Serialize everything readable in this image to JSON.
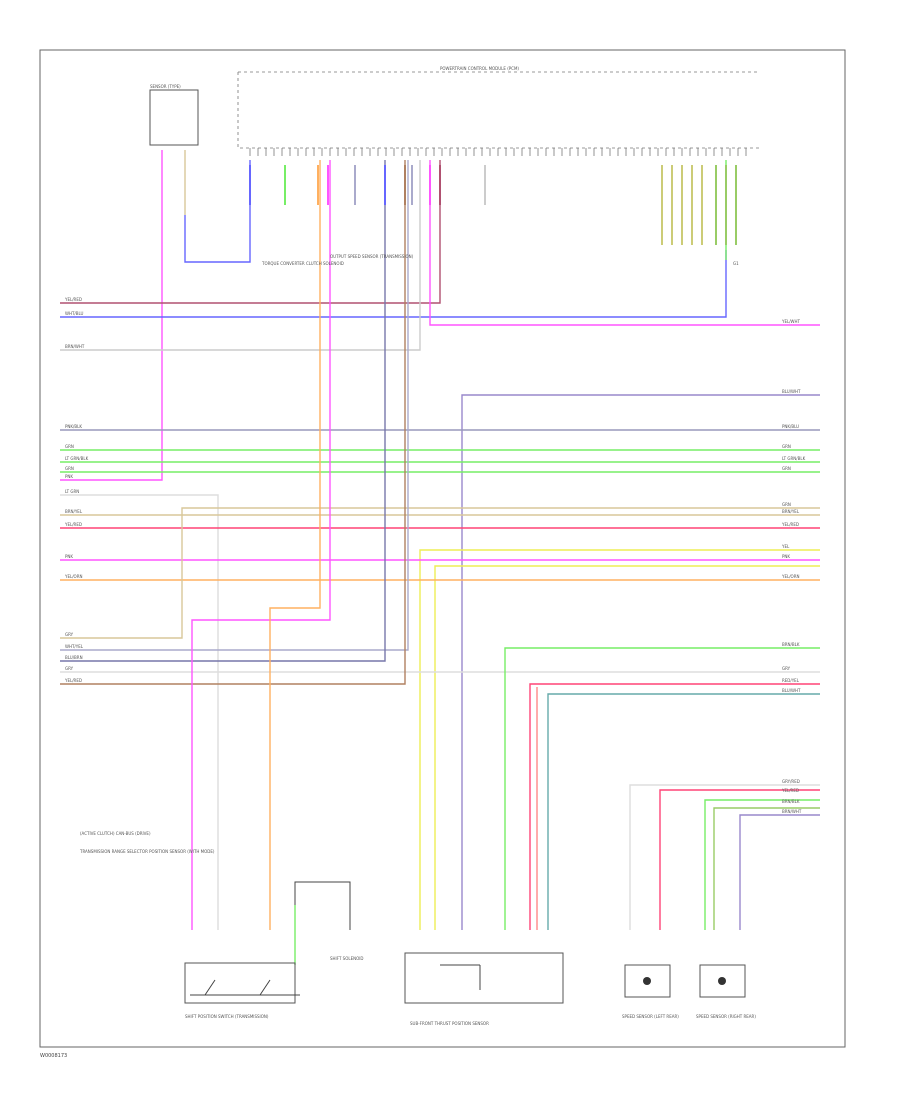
{
  "page_code": "W0008173",
  "components": {
    "ecm": "POWERTRAIN CONTROL MODULE (PCM)",
    "sensor_top_left": "SENSOR (TYPE)",
    "shift_switch": "SHIFT POSITION SWITCH (TRANSMISSION)",
    "shift_solenoid": "SHIFT SOLENOID",
    "tcm": "SUB-FRONT THRUST POSITION SENSOR",
    "speed_left": "SPEED SENSOR (LEFT REAR)",
    "speed_right": "SPEED SENSOR (RIGHT REAR)",
    "engine_sub_a": "TORQUE CONVERTER CLUTCH SOLENOID",
    "engine_sub_b": "OUTPUT SPEED SENSOR (TRANSMISSION)",
    "junction_note": "(ACTIVE CLUTCH) CAN-BUS (DRIVE)",
    "junction_sub": "TRANSMISSION RANGE SELECTOR POSITION SENSOR (WITH MODE)",
    "ground_label": "G1"
  },
  "left_labels": [
    "YEL/RED",
    "WHT/BLU",
    "BRN/WHT",
    "PNK/BLK",
    "GRN",
    "LT GRN/BLK",
    "GRN",
    "PNK",
    "LT GRN",
    "BRN/YEL",
    "YEL/RED",
    "PNK",
    "YEL/ORN",
    "GRY",
    "WHT/YEL",
    "BLU/BRN",
    "GRY",
    "YEL/RED"
  ],
  "right_labels": [
    "YEL/WHT",
    "BLU/WHT",
    "PNK/BLU",
    "GRN",
    "LT GRN/BLK",
    "GRN",
    "GRN",
    "BRN/YEL",
    "YEL/RED",
    "YEL",
    "PNK",
    "YEL/ORN",
    "BRN/BLK",
    "GRY",
    "RED/YEL",
    "BLU/WHT",
    "GRY/RED",
    "YEL/RED",
    "BRN/BLK",
    "BRN/WHT"
  ],
  "colors": {
    "pink": "#ff55ff",
    "orange": "#ffb060",
    "blue": "#6666ff",
    "red": "#ff4477",
    "green": "#77ee66",
    "yellow": "#eeee55",
    "teal": "#66aaaa",
    "purple": "#9988cc",
    "gray": "#aaaaaa",
    "tan": "#d8c79a",
    "brown": "#b08060",
    "dark": "#7777aa"
  }
}
